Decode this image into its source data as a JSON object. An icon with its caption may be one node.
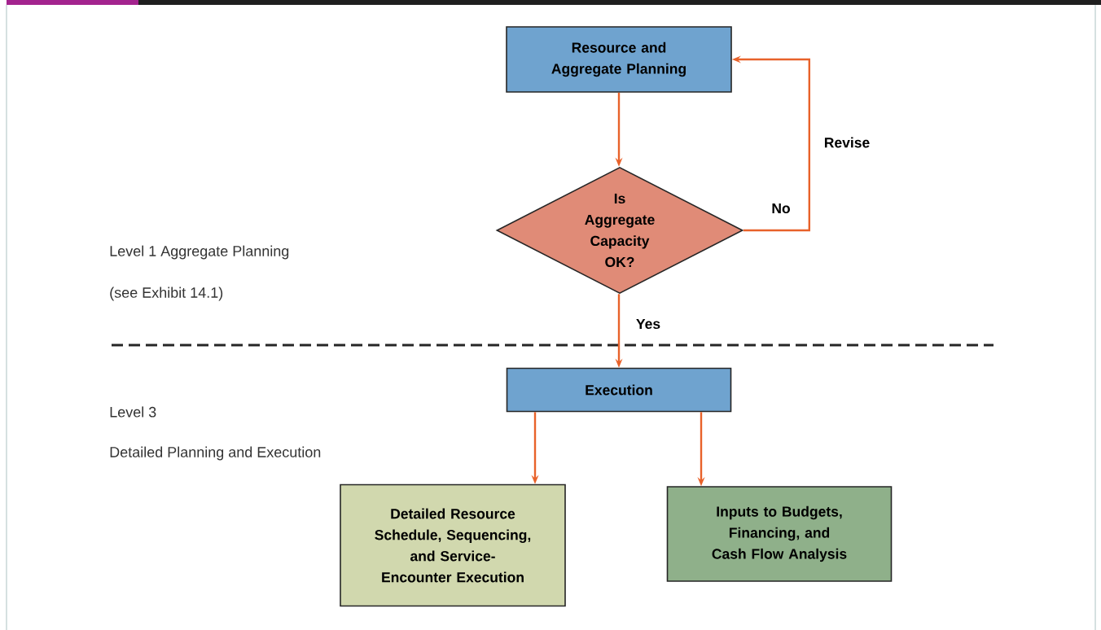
{
  "diagram": {
    "nodes": [
      {
        "text": [
          "Resource and Aggregate Planning"
        ]
      },
      {
        "text": [
          "Is Aggregate Capacity OK?"
        ]
      },
      {
        "text": [
          "Execution"
        ]
      },
      {
        "text": [
          "Detailed Resource Schedule, Sequencing, and Service-Encounter Execution"
        ]
      },
      {
        "text": [
          "Inputs to Budgets, Financing, and Cash Flow Analysis"
        ]
      }
    ],
    "edges": [
      {
        "from": 0,
        "to": 1,
        "arrow": "to"
      },
      {
        "from": 1,
        "to": 0,
        "arrow": "to",
        "label": "No"
      },
      {
        "from": 1,
        "to": 2,
        "arrow": "to",
        "label": "Yes"
      },
      {
        "from": 2,
        "to": 3,
        "arrow": "to"
      },
      {
        "from": 2,
        "to": 4,
        "arrow": "to"
      }
    ],
    "labels": [
      "Revise",
      "Level 1 Aggregate Planning",
      "(see Exhibit 14.1)",
      "Level 3",
      "Detailed Planning and Execution"
    ]
  }
}
